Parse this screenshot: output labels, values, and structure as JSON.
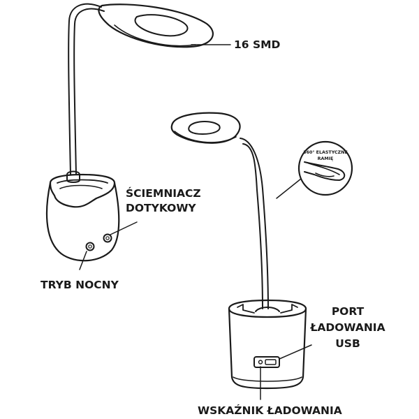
{
  "labels": {
    "smd": "16 SMD",
    "dimmer_line1": "ŚCIEMNIACZ",
    "dimmer_line2": "DOTYKOWY",
    "night_mode": "TRYB NOCNY",
    "port_line1": "PORT",
    "port_line2": "ŁADOWANIA",
    "port_line3": "USB",
    "charge_indicator": "WSKAŹNIK ŁADOWANIA",
    "arm_line1": "360° ELASTYCZNE",
    "arm_line2": "RAMIĘ"
  },
  "colors": {
    "stroke": "#1a1a1a",
    "background": "#ffffff"
  }
}
